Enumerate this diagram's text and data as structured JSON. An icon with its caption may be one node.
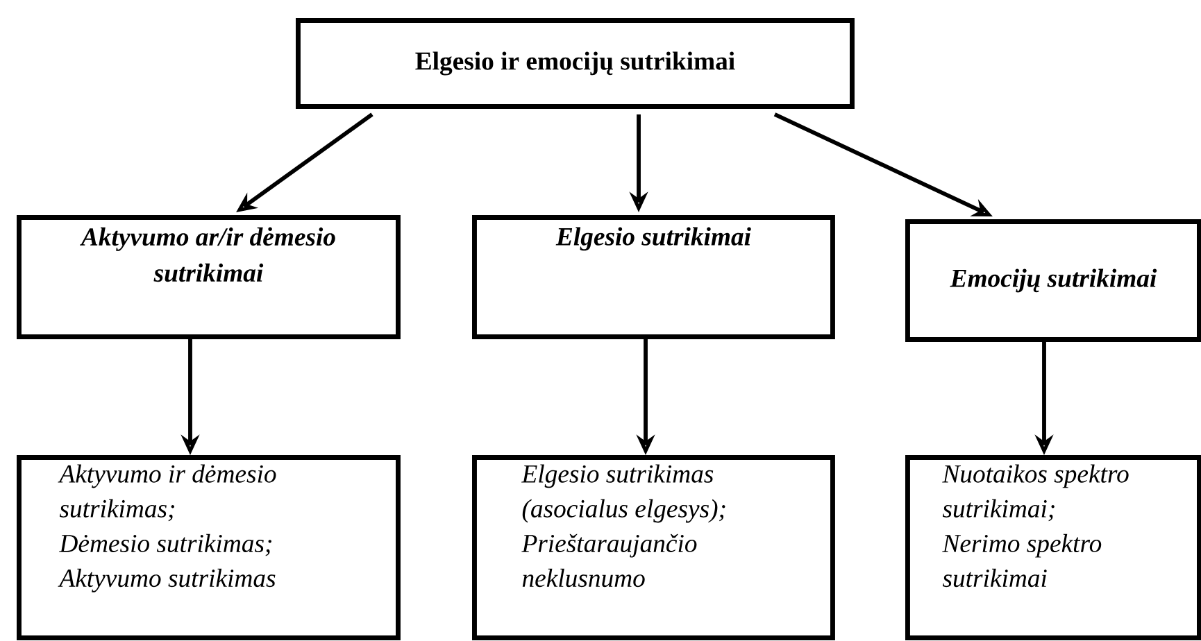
{
  "diagram": {
    "nodes": [
      {
        "text": [
          "Elgesio ir emocijų sutrikimai"
        ]
      },
      {
        "text": [
          "Aktyvumo ar/ir dėmesio sutrikimai"
        ]
      },
      {
        "text": [
          "Elgesio sutrikimai"
        ]
      },
      {
        "text": [
          "Emocijų sutrikimai"
        ]
      },
      {
        "text": [
          "Aktyvumo ir dėmesio sutrikimas;",
          "Dėmesio sutrikimas;",
          "Aktyvumo sutrikimas"
        ]
      },
      {
        "text": [
          "Elgesio sutrikimas (asocialus elgesys);",
          "Prieštaraujančio neklusnumo"
        ]
      },
      {
        "text": [
          "Nuotaikos spektro sutrikimai;",
          "Nerimo spektro sutrikimai"
        ]
      }
    ],
    "edges": [
      {
        "from": 0,
        "to": 1,
        "arrow": "to"
      },
      {
        "from": 0,
        "to": 2,
        "arrow": "to"
      },
      {
        "from": 0,
        "to": 3,
        "arrow": "to"
      },
      {
        "from": 1,
        "to": 4,
        "arrow": "to"
      },
      {
        "from": 2,
        "to": 5,
        "arrow": "to"
      },
      {
        "from": 3,
        "to": 6,
        "arrow": "to"
      }
    ]
  }
}
